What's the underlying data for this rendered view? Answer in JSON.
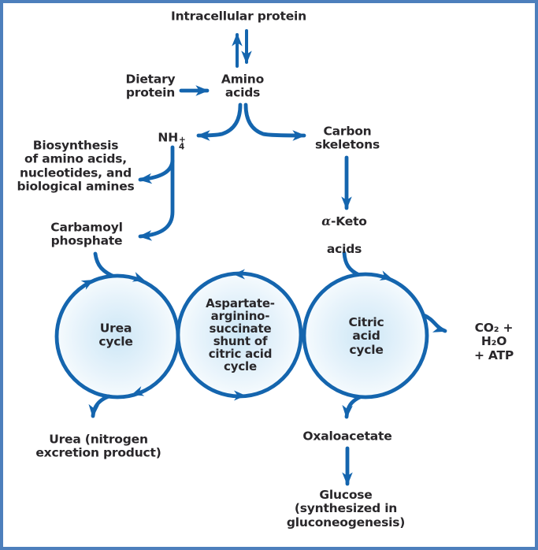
{
  "palette": {
    "arrow_blue": "#1465ae",
    "text_dark": "#29272a",
    "frame_border": "#4d7fbc",
    "circle_fill_center": "#cde7f6",
    "circle_fill_edge": "#feffff",
    "bg": "#ffffff"
  },
  "labels": {
    "intracellular_protein": "Intracellular protein",
    "dietary_protein": "Dietary\nprotein",
    "amino_acids": "Amino\nacids",
    "ammonium_base": "NH",
    "ammonium_charge": "+",
    "ammonium_count": "4",
    "carbon_skeletons": "Carbon\nskeletons",
    "biosynthesis": "Biosynthesis\nof amino acids,\nnucleotides, and\nbiological amines",
    "carbamoyl_phosphate": "Carbamoyl\nphosphate",
    "alpha_keto_alpha": "α",
    "alpha_keto_rest": "-Keto",
    "alpha_keto_line2": "acids",
    "urea_cycle": "Urea\ncycle",
    "shunt": "Aspartate-\narginino-\nsuccinate\nshunt of\ncitric acid\ncycle",
    "citric_acid_cycle": "Citric\nacid\ncycle",
    "co2_atp": "CO₂ + H₂O\n+ ATP",
    "urea_product": "Urea (nitrogen\nexcretion product)",
    "oxaloacetate": "Oxaloacetate",
    "glucose": "Glucose\n(synthesized in gluconeogenesis)"
  }
}
